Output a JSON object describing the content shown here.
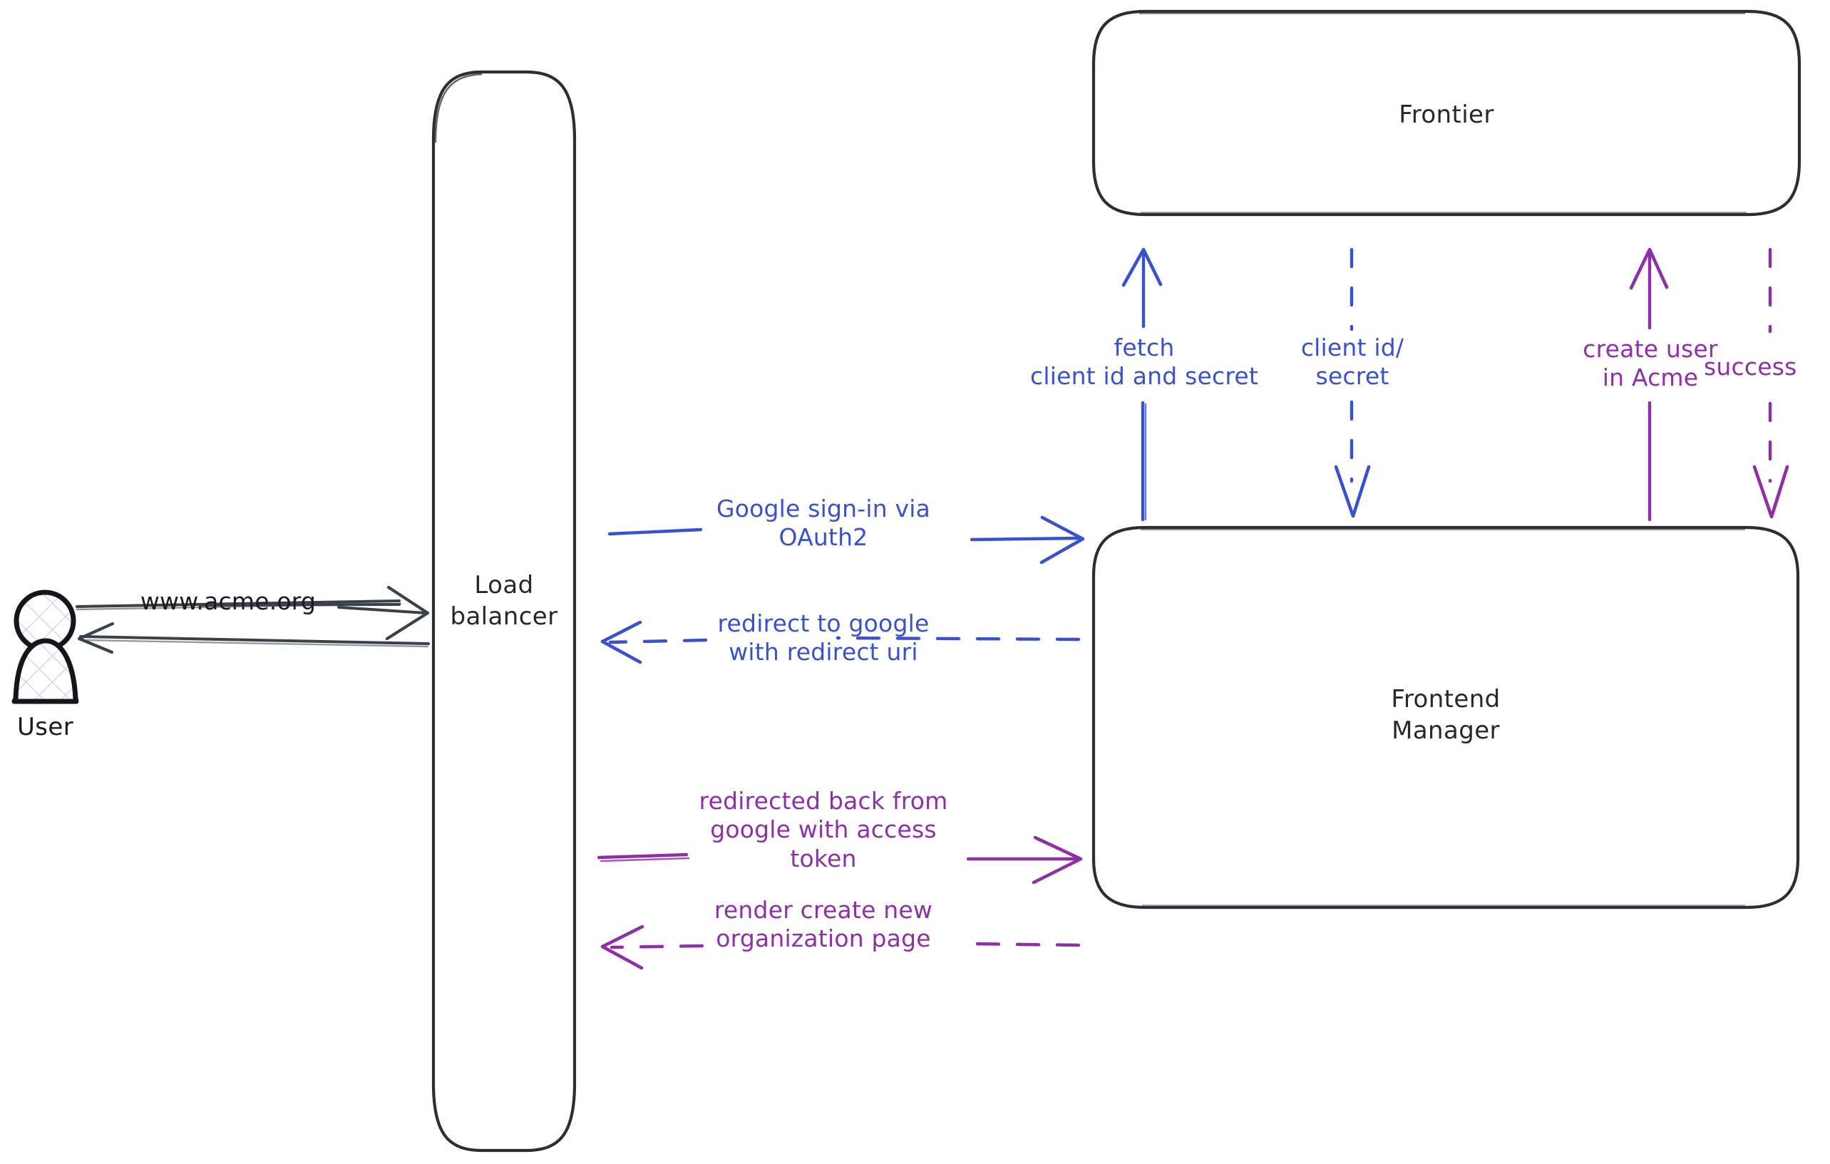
{
  "diagram": {
    "type": "sequence-architecture-flow",
    "background_color": "#ffffff",
    "stroke_color": "#2b2e36",
    "accent_blue": "#3a51cf",
    "accent_purple": "#8e2fa8",
    "actors": [
      {
        "id": "user",
        "label": "User",
        "icon": "user-actor-icon",
        "shape": "person-silhouette-hatched"
      }
    ],
    "nodes": [
      {
        "id": "load-balancer",
        "label": "Load\nbalancer",
        "shape": "rounded-rectangle-vertical"
      },
      {
        "id": "frontier",
        "label": "Frontier",
        "shape": "rounded-rectangle"
      },
      {
        "id": "frontend-manager",
        "label": "Frontend\nManager",
        "shape": "rounded-rectangle"
      }
    ],
    "edges": [
      {
        "id": "user-to-lb",
        "label": "www.acme.org",
        "color": "#2b2e36",
        "style": "solid",
        "direction": "right",
        "from": "user",
        "to": "load-balancer"
      },
      {
        "id": "lb-to-user",
        "label": "",
        "color": "#2b2e36",
        "style": "solid",
        "direction": "left",
        "from": "load-balancer",
        "to": "user"
      },
      {
        "id": "lb-to-fm-signin",
        "label": "Google sign-in via\nOAuth2",
        "color": "#3a51cf",
        "style": "solid",
        "direction": "right",
        "from": "load-balancer",
        "to": "frontend-manager"
      },
      {
        "id": "fm-to-lb-redirect",
        "label": "redirect to google\nwith redirect uri",
        "color": "#3a51cf",
        "style": "dashed",
        "direction": "left",
        "from": "frontend-manager",
        "to": "load-balancer"
      },
      {
        "id": "lb-to-fm-token",
        "label": "redirected back from\ngoogle with access\ntoken",
        "color": "#8e2fa8",
        "style": "solid",
        "direction": "right",
        "from": "load-balancer",
        "to": "frontend-manager"
      },
      {
        "id": "fm-to-lb-render",
        "label": "render create new\norganization page",
        "color": "#8e2fa8",
        "style": "dashed",
        "direction": "left",
        "from": "frontend-manager",
        "to": "load-balancer"
      },
      {
        "id": "fm-to-frontier-fetch",
        "label": "fetch\nclient id and secret",
        "color": "#3a51cf",
        "style": "solid",
        "direction": "up",
        "from": "frontend-manager",
        "to": "frontier"
      },
      {
        "id": "frontier-to-fm-creds",
        "label": "client id/\nsecret",
        "color": "#3a51cf",
        "style": "dashed",
        "direction": "down",
        "from": "frontier",
        "to": "frontend-manager"
      },
      {
        "id": "fm-to-frontier-create",
        "label": "create user\nin Acme",
        "color": "#8e2fa8",
        "style": "solid",
        "direction": "up",
        "from": "frontend-manager",
        "to": "frontier"
      },
      {
        "id": "frontier-to-fm-success",
        "label": "success",
        "color": "#8e2fa8",
        "style": "dashed",
        "direction": "down",
        "from": "frontier",
        "to": "frontend-manager"
      }
    ]
  }
}
